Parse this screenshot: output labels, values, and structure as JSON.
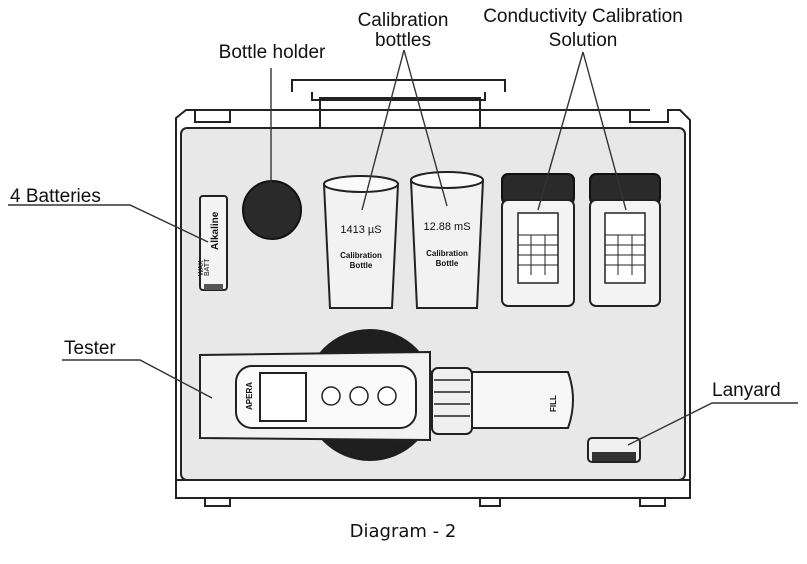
{
  "labels": {
    "calibration_bottles_line1": "Calibration",
    "calibration_bottles_line2": "bottles",
    "conductivity_line1": "Conductivity Calibration",
    "conductivity_line2": "Solution",
    "bottle_holder": "Bottle holder",
    "batteries": "4 Batteries",
    "tester": "Tester",
    "lanyard": "Lanyard"
  },
  "items": {
    "battery_brand": "Alkaline",
    "battery_small_1": "BATT",
    "battery_small_2": "WAX",
    "bottle1_value": "1413 µS",
    "bottle1_text_line1": "Calibration",
    "bottle1_text_line2": "Bottle",
    "bottle2_value": "12.88 mS",
    "bottle2_text_line1": "Calibration",
    "bottle2_text_line2": "Bottle",
    "tester_brand": "APERA",
    "fill_text": "FILL"
  },
  "caption": "Diagram - 2"
}
